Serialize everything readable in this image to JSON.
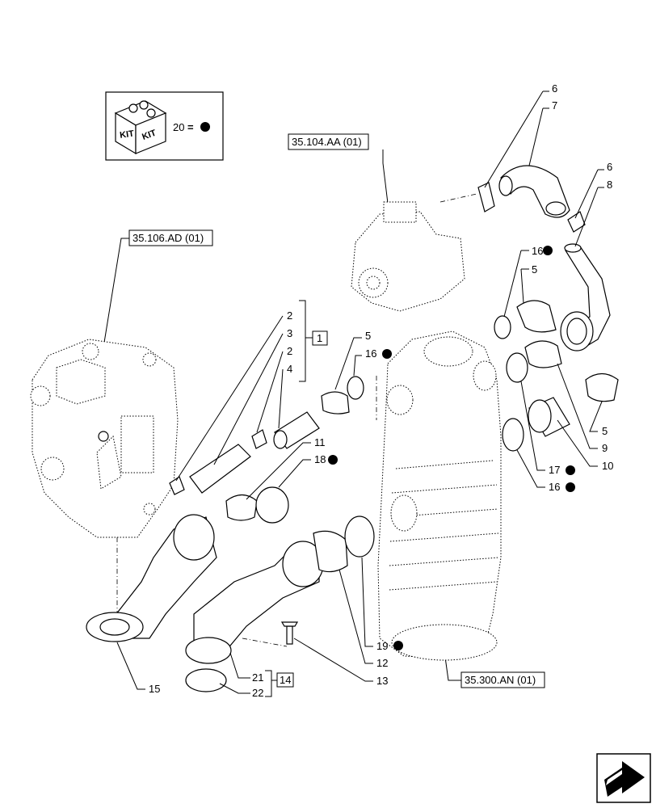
{
  "kit_box": {
    "kit_label": "KIT",
    "kit_label2": "KIT",
    "kit_item": "20",
    "equals": "="
  },
  "refs": {
    "r1": "35.104.AA (01)",
    "r2": "35.106.AD (01)",
    "r3": "35.300.AN (01)"
  },
  "groups": {
    "g1": "1",
    "g14": "14"
  },
  "callouts": [
    "2",
    "3",
    "2",
    "4",
    "5",
    "16",
    "6",
    "7",
    "6",
    "8",
    "16",
    "5",
    "11",
    "18",
    "9",
    "10",
    "17",
    "16",
    "5",
    "19",
    "12",
    "13",
    "21",
    "22",
    "15"
  ],
  "colors": {
    "line": "#000000",
    "background": "#ffffff"
  },
  "icons": {
    "nav": "next-page-arrow-icon",
    "kit": "kit-box-icon",
    "dot": "black-dot-marker"
  }
}
